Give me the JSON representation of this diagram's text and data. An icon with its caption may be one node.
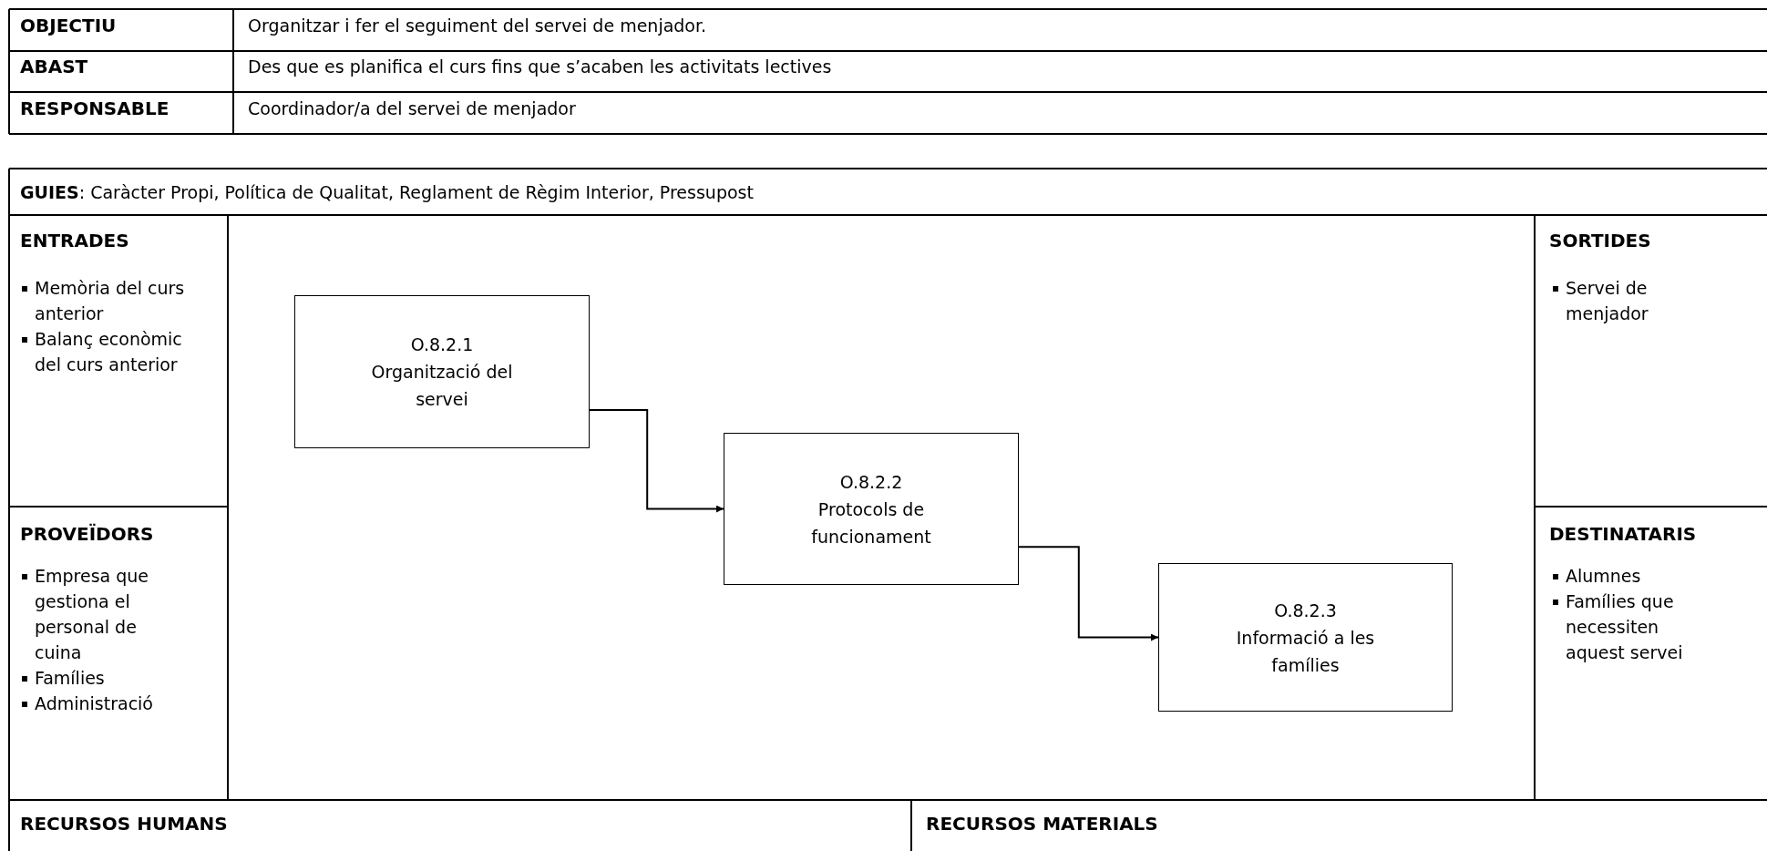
{
  "diagram": {
    "nodes": [
      {
        "text": [
          "O.8.2.1",
          "Organització del servei"
        ]
      },
      {
        "text": [
          "O.8.2.2",
          "Protocols de funcionament"
        ]
      },
      {
        "text": [
          "O.8.2.3",
          "Informació a les famílies"
        ]
      }
    ],
    "edges": [
      {
        "from": 0,
        "to": 1,
        "arrow": "to"
      },
      {
        "from": 1,
        "to": 2,
        "arrow": "to"
      }
    ],
    "labels": [
      "OBJECTIU",
      "Organitzar i fer el seguiment del servei de menjador.",
      "ABAST",
      "Des que es planifica el curs fins que s’acaben les activitats lectives",
      "RESPONSABLE",
      "Coordinador/a del servei de menjador",
      "**GUIES**: Caràcter Propi, Política de Qualitat, Reglament de Règim Interior, Pressupost",
      "ENTRADES",
      "Memòria del curs anterior",
      "Balanç econòmic del curs anterior",
      "SORTIDES",
      "Servei de menjador",
      "PROVEÏDORS",
      "Empresa que gestiona el personal de cuina",
      "Famílies",
      "Administració",
      "DESTINATARIS",
      "Alumnes",
      "Famílies que necessiten aquest servei",
      "RECURSOS HUMANS",
      "RECURSOS MATERIALS"
    ]
  }
}
